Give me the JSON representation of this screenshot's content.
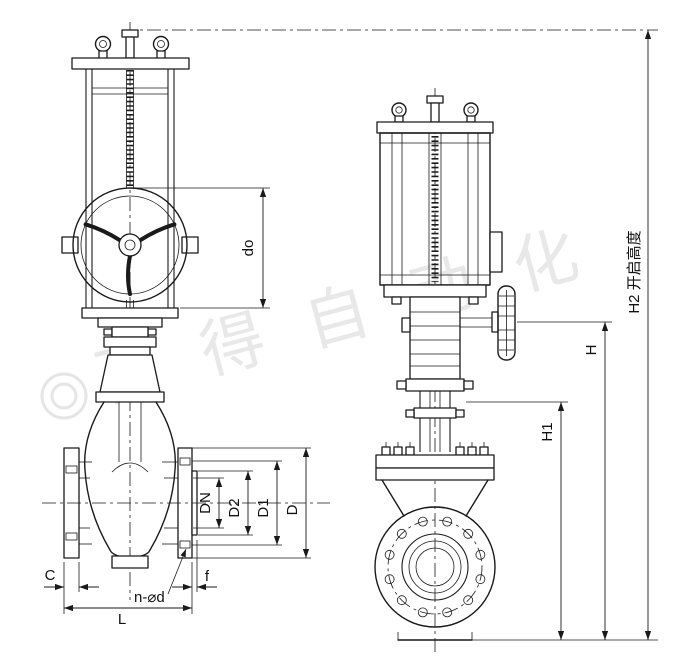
{
  "drawing": {
    "watermark": "百得自动化",
    "dimensions": {
      "do": "do",
      "dn": "DN",
      "d2": "D2",
      "d1": "D1",
      "d": "D",
      "c": "C",
      "l": "L",
      "n_d": "n-⌀d",
      "f": "f",
      "h1": "H1",
      "h": "H",
      "h2": "H2 开启高度"
    },
    "colors": {
      "line": "#1a1a1a",
      "background": "#ffffff"
    }
  }
}
